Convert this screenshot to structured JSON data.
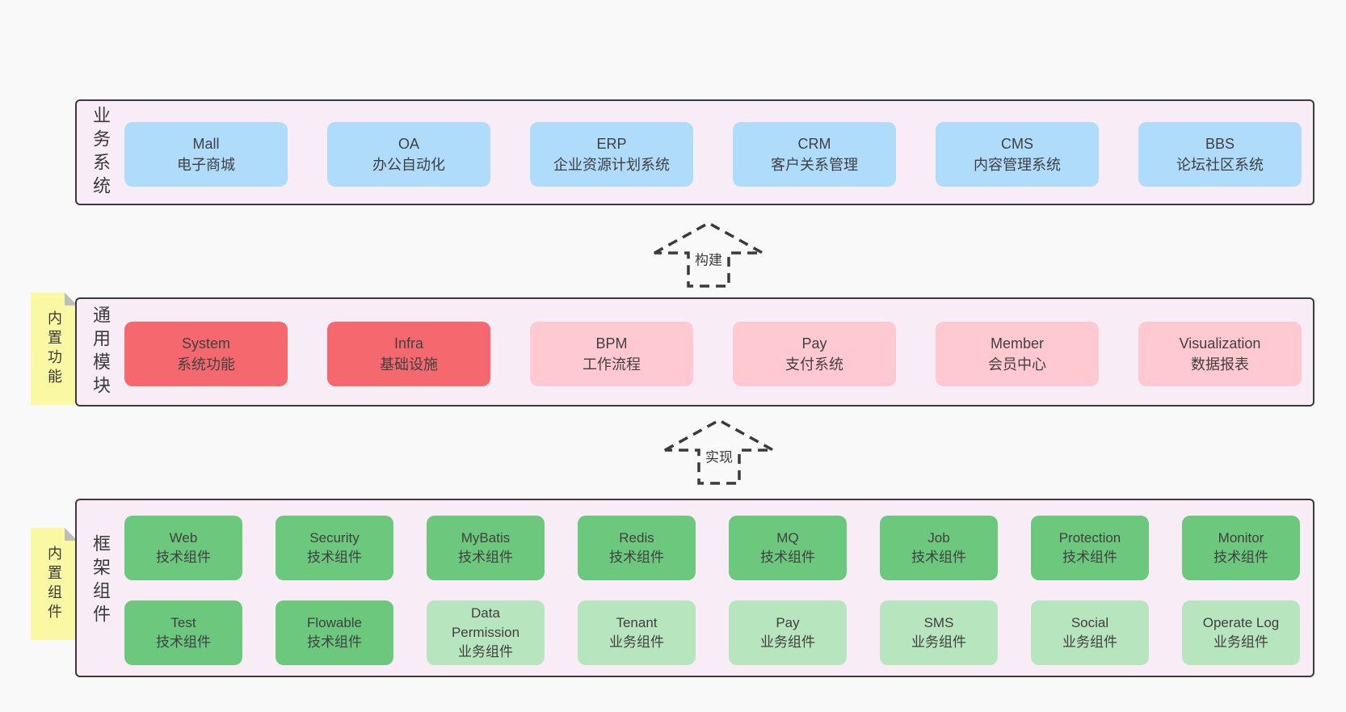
{
  "colors": {
    "page_bg": "#f9f9f9",
    "layer_bg": "#f8edf6",
    "layer_border": "#3b3b3b",
    "box_blue": "#aedcfa",
    "box_red": "#f5696e",
    "box_pink": "#ffc9d2",
    "box_green": "#6cc87d",
    "box_light_green": "#b7e5be",
    "sticky_yellow": "#fbf8a3",
    "sticky_fold_gray": "#bdbdbd",
    "text": "#3d3d3d"
  },
  "layers": {
    "business": {
      "label": "业务系统",
      "items": [
        {
          "en": "Mall",
          "zh": "电子商城"
        },
        {
          "en": "OA",
          "zh": "办公自动化"
        },
        {
          "en": "ERP",
          "zh": "企业资源计划系统"
        },
        {
          "en": "CRM",
          "zh": "客户关系管理"
        },
        {
          "en": "CMS",
          "zh": "内容管理系统"
        },
        {
          "en": "BBS",
          "zh": "论坛社区系统"
        }
      ]
    },
    "modules": {
      "label": "通用模块",
      "sticky": "内置功能",
      "items": [
        {
          "en": "System",
          "zh": "系统功能"
        },
        {
          "en": "Infra",
          "zh": "基础设施"
        },
        {
          "en": "BPM",
          "zh": "工作流程"
        },
        {
          "en": "Pay",
          "zh": "支付系统"
        },
        {
          "en": "Member",
          "zh": "会员中心"
        },
        {
          "en": "Visualization",
          "zh": "数据报表"
        }
      ]
    },
    "components": {
      "label": "框架组件",
      "sticky": "内置组件",
      "row1": [
        {
          "en": "Web",
          "zh": "技术组件"
        },
        {
          "en": "Security",
          "zh": "技术组件"
        },
        {
          "en": "MyBatis",
          "zh": "技术组件"
        },
        {
          "en": "Redis",
          "zh": "技术组件"
        },
        {
          "en": "MQ",
          "zh": "技术组件"
        },
        {
          "en": "Job",
          "zh": "技术组件"
        },
        {
          "en": "Protection",
          "zh": "技术组件"
        },
        {
          "en": "Monitor",
          "zh": "技术组件"
        }
      ],
      "row2": [
        {
          "en": "Test",
          "zh": "技术组件"
        },
        {
          "en": "Flowable",
          "zh": "技术组件"
        },
        {
          "en": "Data Permission",
          "zh": "业务组件"
        },
        {
          "en": "Tenant",
          "zh": "业务组件"
        },
        {
          "en": "Pay",
          "zh": "业务组件"
        },
        {
          "en": "SMS",
          "zh": "业务组件"
        },
        {
          "en": "Social",
          "zh": "业务组件"
        },
        {
          "en": "Operate Log",
          "zh": "业务组件"
        }
      ]
    }
  },
  "arrows": [
    {
      "label": "构建"
    },
    {
      "label": "实现"
    }
  ]
}
